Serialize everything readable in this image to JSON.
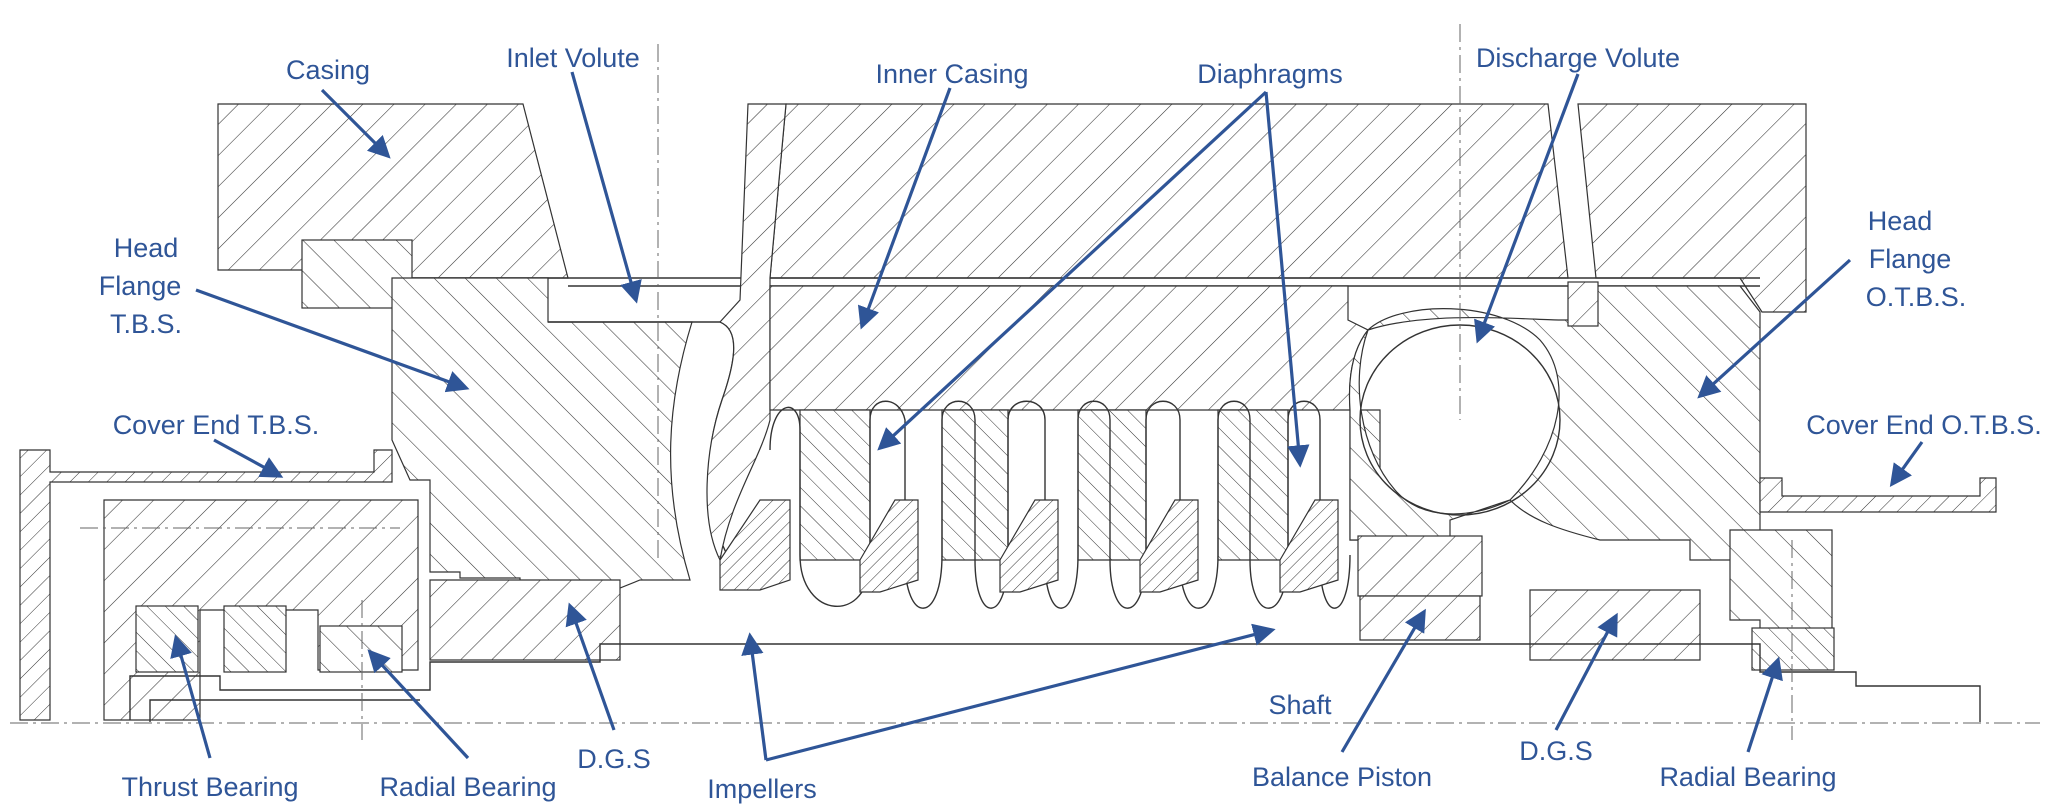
{
  "diagram": {
    "labels": {
      "casing": "Casing",
      "inlet_volute": "Inlet Volute",
      "inner_casing": "Inner Casing",
      "diaphragms": "Diaphragms",
      "discharge_volute": "Discharge Volute",
      "head_flange_tbs_1": "Head",
      "head_flange_tbs_2": "Flange",
      "head_flange_tbs_3": "T.B.S.",
      "head_flange_otbs_1": "Head",
      "head_flange_otbs_2": "Flange",
      "head_flange_otbs_3": "O.T.B.S.",
      "cover_end_tbs": "Cover End T.B.S.",
      "cover_end_otbs": "Cover End O.T.B.S.",
      "shaft": "Shaft",
      "thrust_bearing": "Thrust Bearing",
      "radial_bearing_left": "Radial Bearing",
      "dgs_left": "D.G.S",
      "impellers": "Impellers",
      "balance_piston": "Balance Piston",
      "dgs_right": "D.G.S",
      "radial_bearing_right": "Radial Bearing"
    },
    "colors": {
      "label": "#2f5597",
      "line": "#333333"
    }
  }
}
